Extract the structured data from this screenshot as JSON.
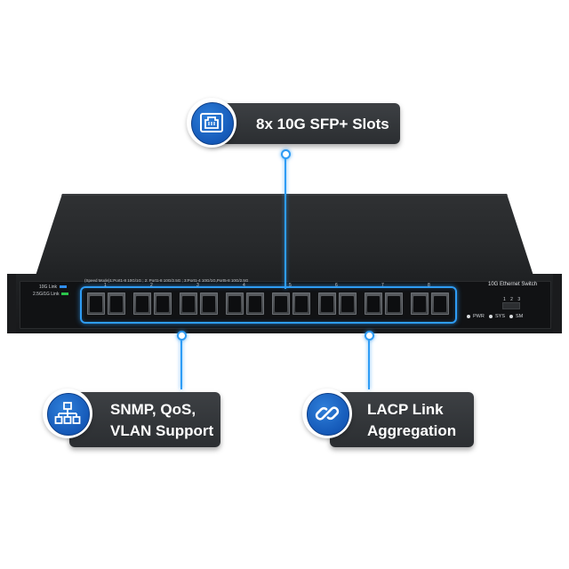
{
  "callouts": {
    "sfp": {
      "icon": "ethernet-port-icon",
      "text": "8x 10G SFP+ Slots"
    },
    "snmp": {
      "icon": "network-topology-icon",
      "line1": "SNMP, QoS,",
      "line2": "VLAN Support"
    },
    "lacp": {
      "icon": "chain-link-icon",
      "line1": "LACP Link",
      "line2": "Aggregation"
    }
  },
  "device": {
    "legend": {
      "link10g": "10G Link",
      "link25g": "2.5G/1G Link"
    },
    "speed_mode": "(Speed Mode)1:Port1-8 10G/1G ; 2: Port1-8 10G/2.5G ; 3:Port1-4 10G/1G,Port5-8 10G/2.5G",
    "model_label": "10G Ethernet Switch",
    "ports": [
      "1",
      "2",
      "3",
      "4",
      "5",
      "6",
      "7",
      "8"
    ],
    "status_leds": [
      "PWR",
      "SYS",
      "SM"
    ],
    "dip_labels": "1 2 3"
  },
  "colors": {
    "accent": "#2e9cf5",
    "icon_blue": "#1559b8",
    "callout_bg": "#2b2e31",
    "chassis": "#26282a"
  }
}
